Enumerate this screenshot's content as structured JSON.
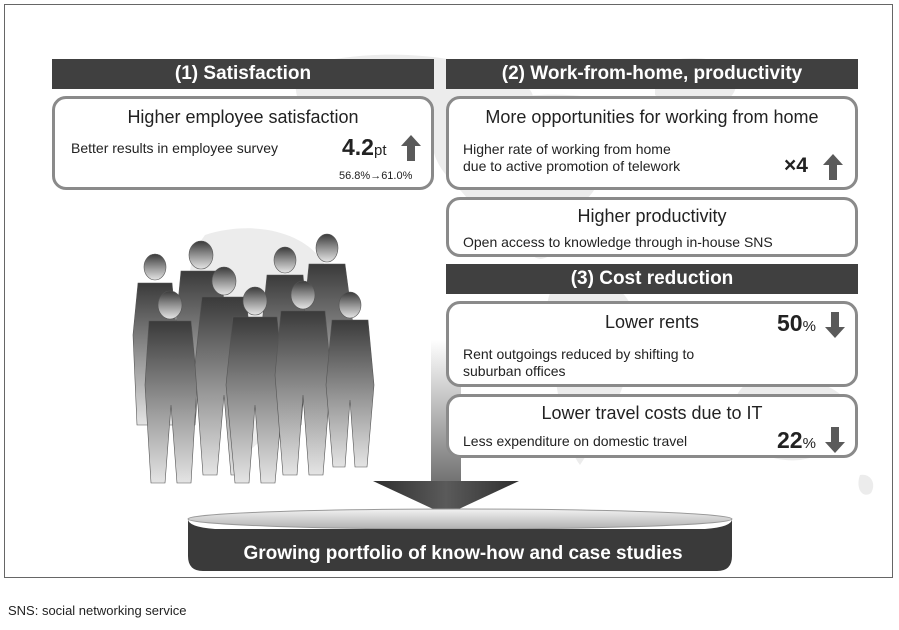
{
  "satisfaction": {
    "header": "(1) Satisfaction",
    "card": {
      "title": "Higher employee satisfaction",
      "text": "Better results in employee survey",
      "value": "4.2",
      "unit": "pt",
      "detail": "56.8%→61.0%",
      "trend": "up"
    }
  },
  "work_from_home": {
    "header": "(2) Work-from-home, productivity",
    "opportunities": {
      "title": "More opportunities for working from home",
      "text_line1": "Higher rate of working from home",
      "text_line2": "due to active promotion of telework",
      "value": "×4",
      "trend": "up"
    },
    "productivity": {
      "title": "Higher productivity",
      "text": "Open access to knowledge through in-house SNS"
    }
  },
  "cost_reduction": {
    "header": "(3) Cost reduction",
    "rents": {
      "title": "Lower rents",
      "text_line1": "Rent outgoings reduced by shifting to",
      "text_line2": "suburban offices",
      "value": "50",
      "unit": "%",
      "trend": "down"
    },
    "travel": {
      "title": "Lower travel costs due to IT",
      "text": "Less expenditure on domestic travel",
      "value": "22",
      "unit": "%",
      "trend": "down"
    }
  },
  "footer": {
    "title": "Growing portfolio of know-how and case studies"
  },
  "footnote": "SNS: social networking service",
  "colors": {
    "header_bg": "#404040",
    "card_border": "#8a8a8a",
    "arrow": "#5a5a5a",
    "map": "#ebebeb"
  },
  "icons": [
    "world-map-illustration",
    "people-group-illustration",
    "down-funnel-arrow-icon",
    "up-arrow-icon",
    "down-arrow-icon"
  ]
}
